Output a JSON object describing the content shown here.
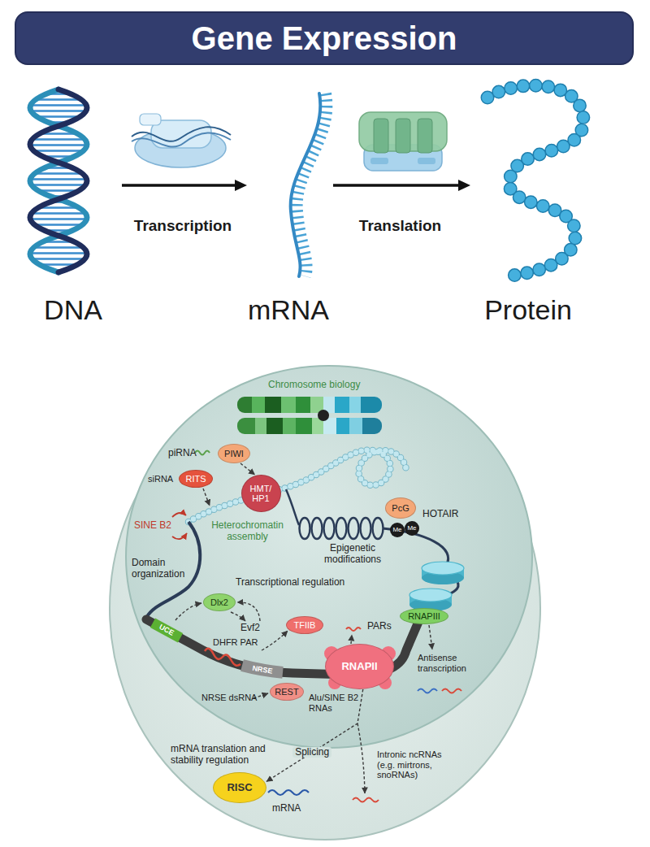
{
  "diagram": {
    "title": "Gene Expression",
    "nodes": [
      {
        "text": [
          "DNA"
        ]
      },
      {
        "text": [
          "mRNA"
        ]
      },
      {
        "text": [
          "Protein"
        ]
      },
      {
        "text": [
          "PIWI"
        ]
      },
      {
        "text": [
          "RITS"
        ]
      },
      {
        "text": [
          "HMT/ HP1"
        ]
      },
      {
        "text": [
          "PcG"
        ]
      },
      {
        "text": [
          "Me"
        ]
      },
      {
        "text": [
          "Me"
        ]
      },
      {
        "text": [
          "Dlx2"
        ]
      },
      {
        "text": [
          "TFIIB"
        ]
      },
      {
        "text": [
          "RNAPIII"
        ]
      },
      {
        "text": [
          "RNAPII"
        ]
      },
      {
        "text": [
          "REST"
        ]
      },
      {
        "text": [
          "RISC"
        ]
      }
    ],
    "edges": [
      {
        "from": 0,
        "to": 1,
        "label": "Transcription",
        "arrow": "to"
      },
      {
        "from": 1,
        "to": 2,
        "label": "Translation",
        "arrow": "to"
      },
      {
        "from": 3,
        "to": 5,
        "arrow": "to"
      },
      {
        "from": 12,
        "to": 14,
        "label": "Splicing",
        "arrow": "to"
      }
    ],
    "labels": [
      "Chromosome biology",
      "piRNA",
      "siRNA",
      "SINE B2",
      "Heterochromatin assembly",
      "Domain organization",
      "Epigenetic modifications",
      "HOTAIR",
      "Transcriptional regulation",
      "Evf2",
      "UCE",
      "DHFR PAR",
      "PARs",
      "NRSE",
      "NRSE dsRNA",
      "Alu/SINE B2 RNAs",
      "Antisense transcription",
      "Intronic ncRNAs (e.g. mirtrons, snoRNAs)",
      "mRNA translation and stability regulation",
      "mRNA"
    ]
  }
}
